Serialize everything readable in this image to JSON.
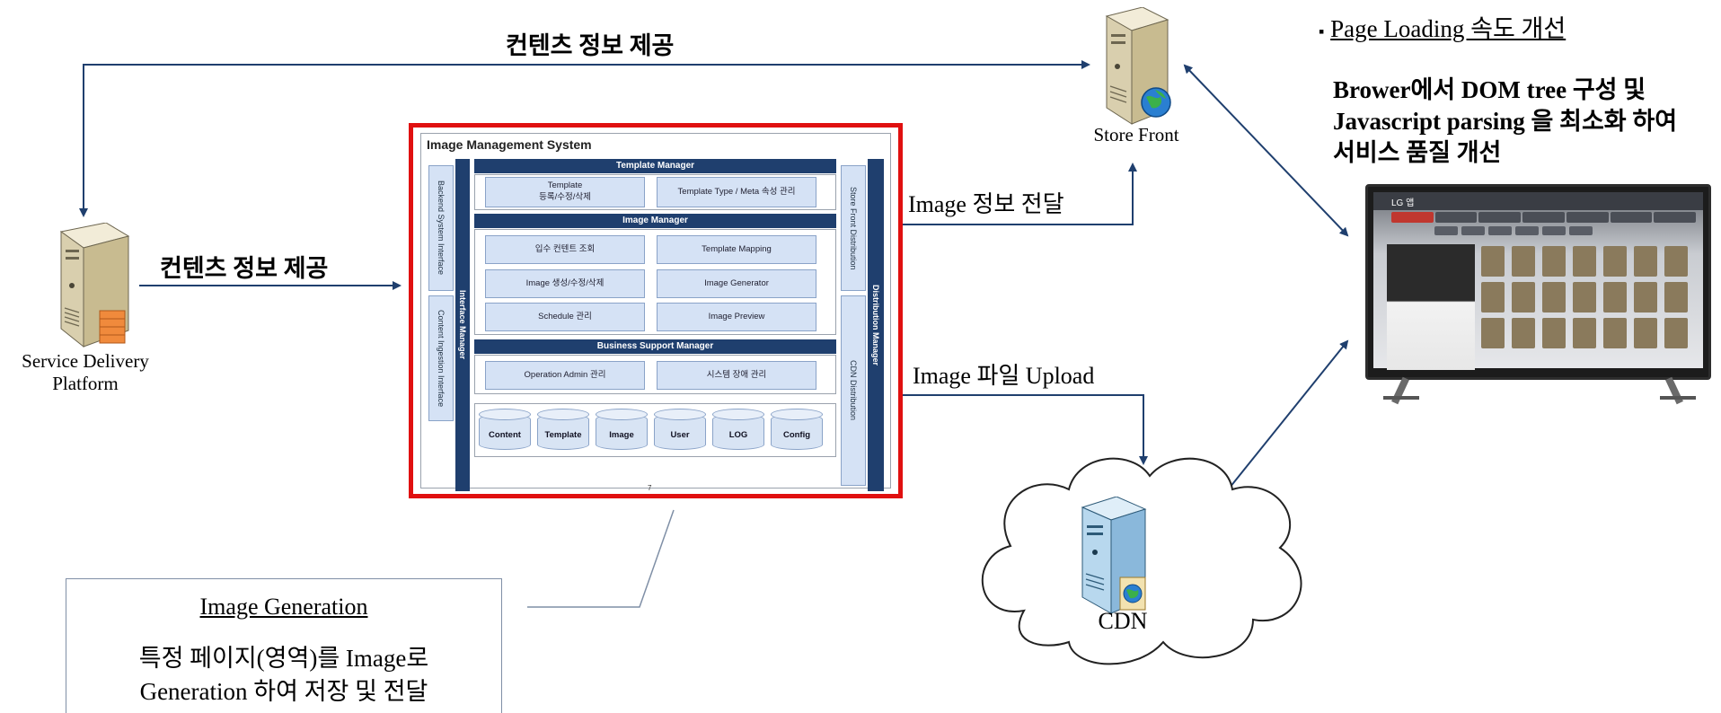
{
  "labels": {
    "top_arrow": "컨텐츠 정보 제공",
    "left_arrow": "컨텐츠 정보 제공",
    "image_info": "Image 정보 전달",
    "image_upload": "Image 파일 Upload"
  },
  "nodes": {
    "sdp": "Service Delivery Platform",
    "store_front": "Store Front",
    "cdn": "CDN"
  },
  "ims": {
    "title": "Image Management System",
    "left_side": [
      "Backend System Interface",
      "Content Ingestion Interface"
    ],
    "interface_manager": "Interface Manager",
    "right_side": [
      "Store Front Distribution",
      "CDN Distribution"
    ],
    "distribution_manager": "Distribution Manager",
    "template_manager": {
      "title": "Template Manager",
      "cells": [
        "Template\n등록/수정/삭제",
        "Template Type / Meta 속성 관리"
      ]
    },
    "image_manager": {
      "title": "Image Manager",
      "cells": [
        "입수 컨텐트 조회",
        "Template Mapping",
        "Image 생성/수정/삭제",
        "Image Generator",
        "Schedule 관리",
        "Image Preview"
      ]
    },
    "business_support_manager": {
      "title": "Business Support Manager",
      "cells": [
        "Operation Admin 관리",
        "시스템 장애 관리"
      ]
    },
    "databases": [
      "Content",
      "Template",
      "Image",
      "User",
      "LOG",
      "Config"
    ],
    "page_number": "7"
  },
  "callout": {
    "title": "Image Generation",
    "line1": "특정 페이지(영역)를 Image로",
    "line2": "Generation 하여 저장 및 전달"
  },
  "right_panel": {
    "bullet": "▪",
    "title": "Page Loading 속도 개선",
    "line1": "Brower에서 DOM tree 구성 및",
    "line2": "Javascript parsing 을 최소화 하여",
    "line3": "서비스 품질 개선"
  },
  "tv": {
    "app_title": "LG 앱"
  },
  "colors": {
    "arrow": "#1f3f6e",
    "ims_border": "#e01010",
    "manager_header": "#1f3f6e",
    "cell_fill": "#d5e2f5"
  }
}
